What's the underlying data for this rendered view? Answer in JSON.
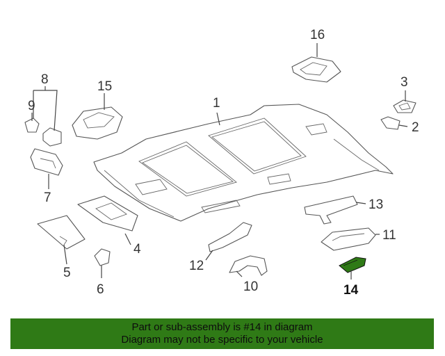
{
  "labels": {
    "p1": "1",
    "p2": "2",
    "p3": "3",
    "p4": "4",
    "p5": "5",
    "p6": "6",
    "p7": "7",
    "p8": "8",
    "p9": "9",
    "p10": "10",
    "p11": "11",
    "p12": "12",
    "p13": "13",
    "p14": "14",
    "p15": "15",
    "p16": "16"
  },
  "highlight": {
    "part": "14",
    "color": "#2f7a16"
  },
  "banner": {
    "line1": "Part or sub-assembly is #14 in diagram",
    "line2": "Diagram may not be specific to your vehicle",
    "color": "#2f7a16"
  }
}
